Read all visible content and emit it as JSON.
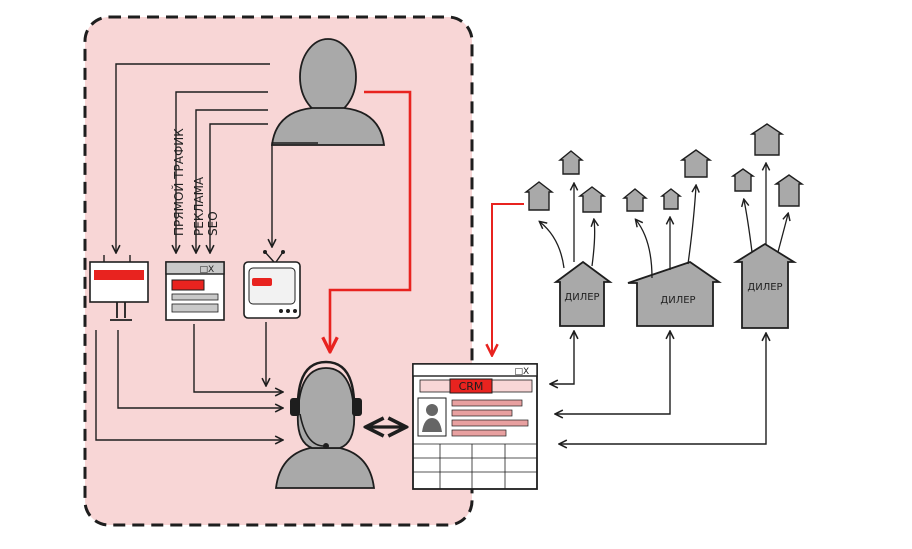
{
  "channels": {
    "direct": "ПРЯМОЙ ТРАФИК",
    "ads": "РЕКЛАМА",
    "seo": "SEO"
  },
  "crm": {
    "title": "CRM",
    "window_controls": "_□X"
  },
  "browser_window_controls": "_□X",
  "dealers": [
    {
      "label": "ДИЛЕР"
    },
    {
      "label": "ДИЛЕР"
    },
    {
      "label": "ДИЛЕР"
    }
  ],
  "colors": {
    "zone_fill": "#f8d6d6",
    "accent_red": "#e8231f",
    "gray": "#a9a9a9",
    "ink": "#1e1e1e"
  }
}
